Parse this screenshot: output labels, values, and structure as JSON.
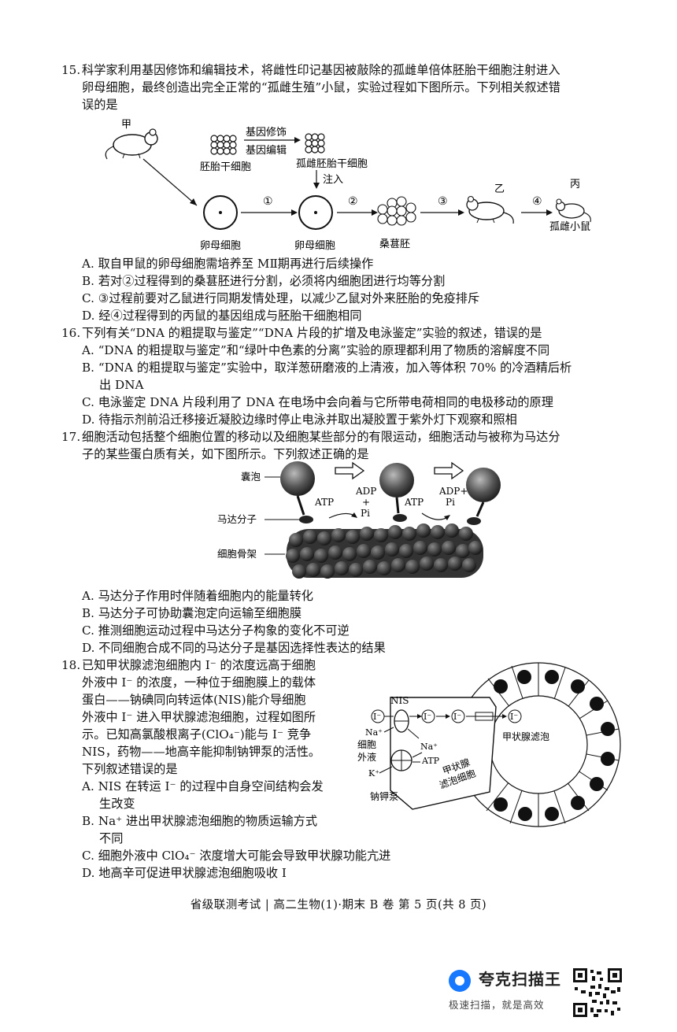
{
  "q15": {
    "num": "15.",
    "stem1": "科学家利用基因修饰和编辑技术，将雌性印记基因被敲除的孤雌单倍体胚胎干细胞注射进入",
    "stem2": "卵母细胞，最终创造出完全正常的“孤雌生殖”小鼠，实验过程如下图所示。下列相关叙述错",
    "stem3": "误的是",
    "fig": {
      "jia": "甲",
      "embryo_cells": "胚胎干细胞",
      "modify": "基因修饰",
      "edit": "基因编辑",
      "haploid_cells": "孤雌胚胎干细胞",
      "inject": "注入",
      "oocyte1": "卵母细胞",
      "oocyte2": "卵母细胞",
      "morula": "桑葚胚",
      "yi": "乙",
      "bing": "丙",
      "mouse": "孤雌小鼠",
      "s1": "①",
      "s2": "②",
      "s3": "③",
      "s4": "④"
    },
    "A": "A. 取自甲鼠的卵母细胞需培养至 MⅡ期再进行后续操作",
    "B": "B. 若对②过程得到的桑葚胚进行分割，必须将内细胞团进行均等分割",
    "C": "C. ③过程前要对乙鼠进行同期发情处理，以减少乙鼠对外来胚胎的免疫排斥",
    "D": "D. 经④过程得到的丙鼠的基因组成与胚胎干细胞相同"
  },
  "q16": {
    "num": "16.",
    "stem": "下列有关“DNA 的粗提取与鉴定”“DNA 片段的扩增及电泳鉴定”实验的叙述，错误的是",
    "A": "A. “DNA 的粗提取与鉴定”和“绿叶中色素的分离”实验的原理都利用了物质的溶解度不同",
    "B1": "B. “DNA 的粗提取与鉴定”实验中，取洋葱研磨液的上清液，加入等体积 70% 的冷酒精后析",
    "B2": "出 DNA",
    "C": "C. 电泳鉴定 DNA 片段利用了 DNA 在电场中会向着与它所带电荷相同的电极移动的原理",
    "D": "D. 待指示剂前沿迁移接近凝胶边缘时停止电泳并取出凝胶置于紫外灯下观察和照相"
  },
  "q17": {
    "num": "17.",
    "stem1": "细胞活动包括整个细胞位置的移动以及细胞某些部分的有限运动，细胞活动与被称为马达分",
    "stem2": "子的某些蛋白质有关，如下图所示。下列叙述正确的是",
    "fig": {
      "vesicle": "囊泡",
      "motor": "马达分子",
      "skeleton": "细胞骨架",
      "atp1": "ATP",
      "atp2": "ATP",
      "adp1": "ADP",
      "plus1": "+",
      "pi1": "Pi",
      "adp2": "ADP+",
      "pi2": "Pi"
    },
    "A": "A. 马达分子作用时伴随着细胞内的能量转化",
    "B": "B. 马达分子可协助囊泡定向运输至细胞膜",
    "C": "C. 推测细胞运动过程中马达分子构象的变化不可逆",
    "D": "D. 不同细胞合成不同的马达分子是基因选择性表达的结果"
  },
  "q18": {
    "num": "18.",
    "l1": "已知甲状腺滤泡细胞内 I⁻ 的浓度远高于细胞",
    "l2": "外液中 I⁻ 的浓度，一种位于细胞膜上的载体",
    "l3": "蛋白——钠碘同向转运体(NIS)能介导细胞",
    "l4": "外液中 I⁻ 进入甲状腺滤泡细胞，过程如图所",
    "l5": "示。已知高氯酸根离子(ClO₄⁻)能与 I⁻ 竞争",
    "l6": "NIS，药物——地高辛能抑制钠钾泵的活性。",
    "l7": "下列叙述错误的是",
    "A1": "A. NIS 在转运 I⁻ 的过程中自身空间结构会发",
    "A2": "生改变",
    "B1": "B. Na⁺ 进出甲状腺滤泡细胞的物质运输方式",
    "B2": "不同",
    "C": "C. 细胞外液中 ClO₄⁻ 浓度增大可能会导致甲状腺功能亢进",
    "D": "D. 地高辛可促进甲状腺滤泡细胞吸收 I",
    "fig": {
      "nis": "NIS",
      "i1": "I⁻",
      "i2": "I⁻",
      "i3": "I⁻",
      "i4": "I⁻",
      "na1": "Na⁺",
      "na2": "Na⁺",
      "atp": "ATP",
      "k": "K⁺",
      "extra1": "细胞",
      "extra2": "外液",
      "pump": "钠钾泵",
      "cell1": "甲状腺",
      "cell2": "滤泡细胞",
      "follicle": "甲状腺滤泡"
    }
  },
  "footer": "省级联测考试 | 高二生物(1)·期末 B 卷   第 5 页(共 8 页)",
  "brand": {
    "name": "夸克扫描王",
    "slogan": "极速扫描，就是高效"
  }
}
